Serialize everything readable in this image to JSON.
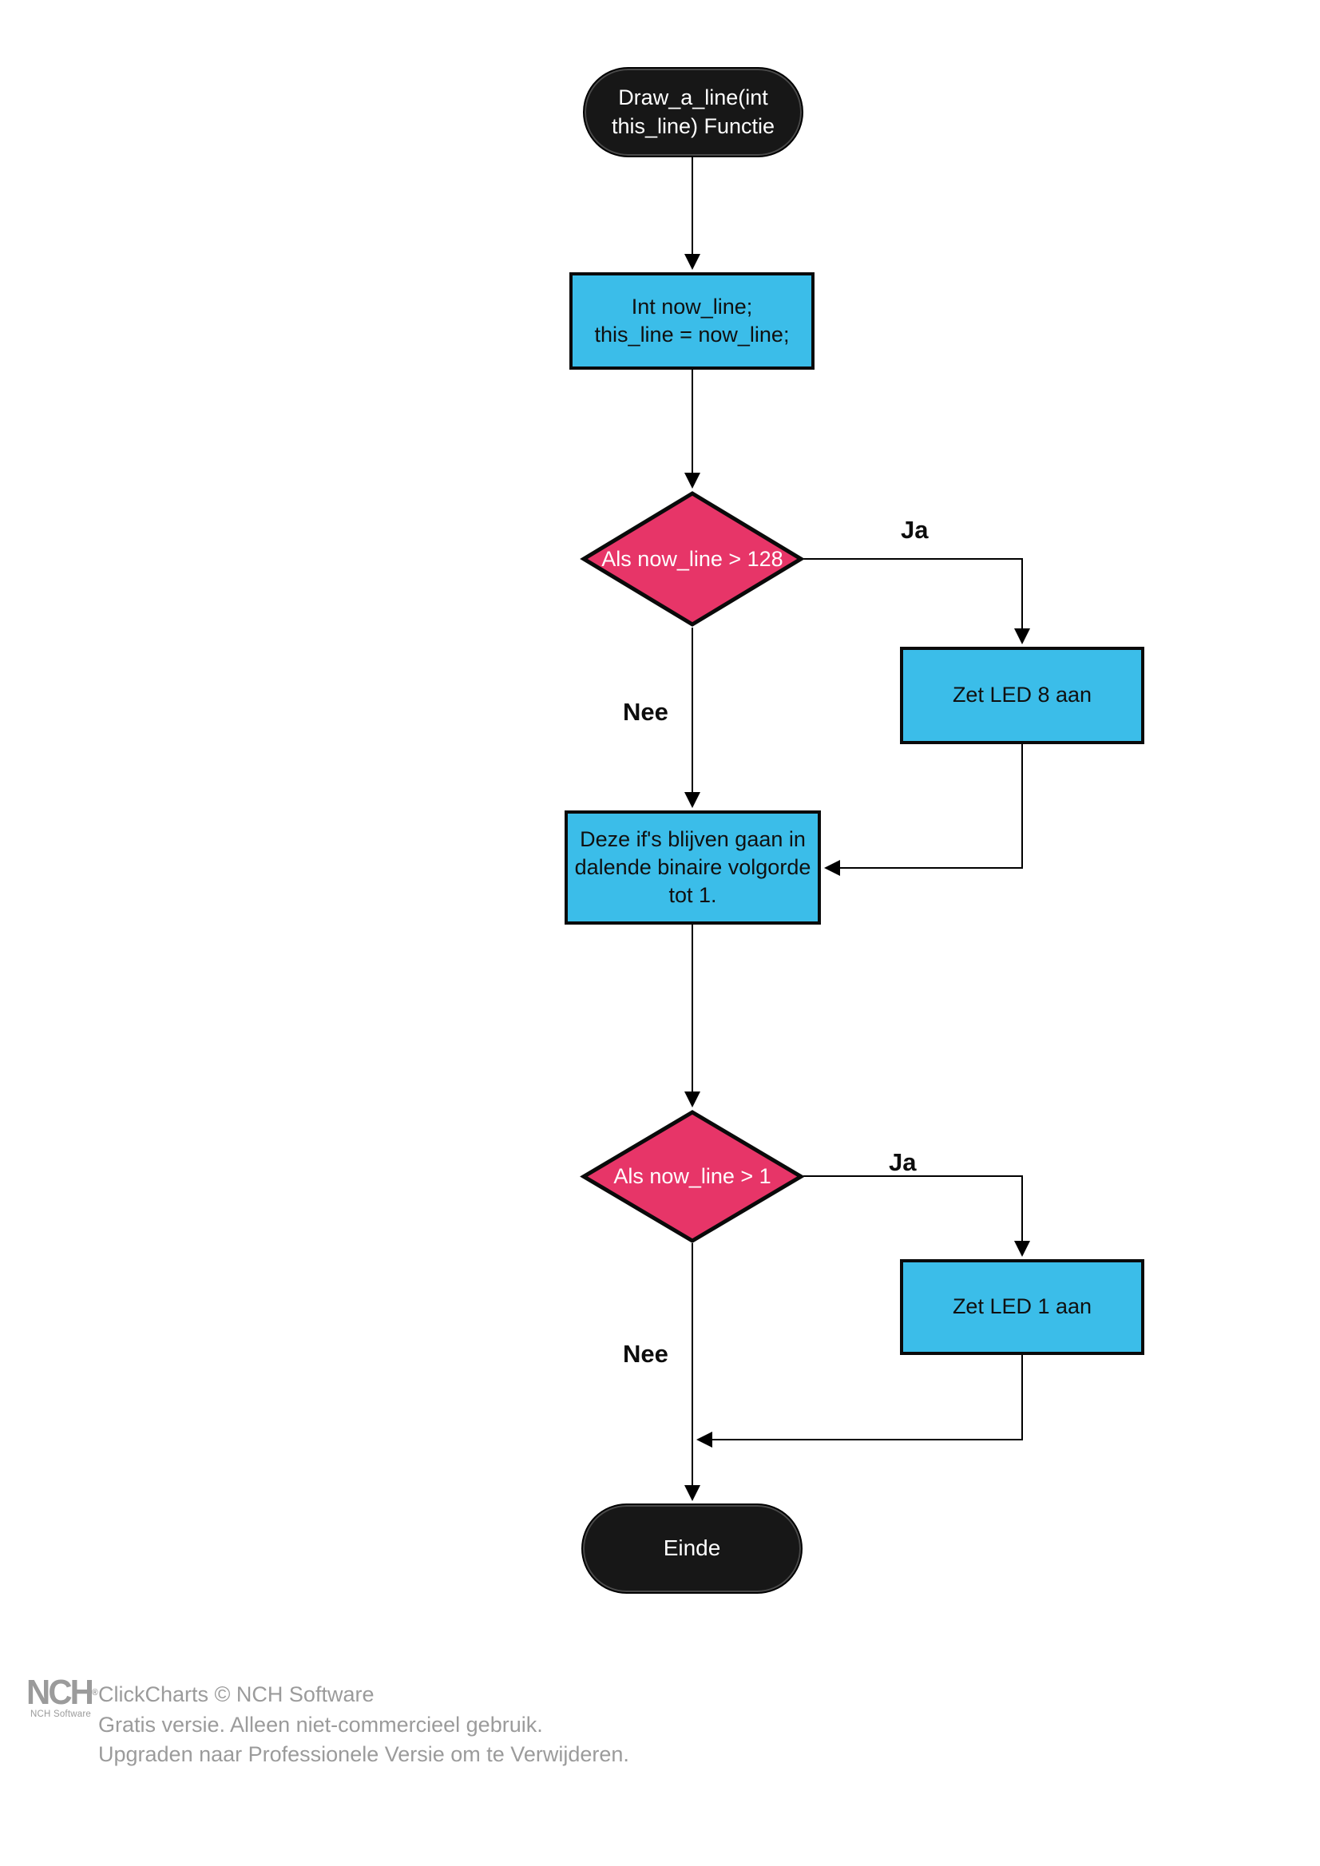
{
  "diagram": {
    "nodes": {
      "start": {
        "label": "Draw_a_line(int\nthis_line) Functie",
        "type": "terminal"
      },
      "init": {
        "label": "Int now_line;\nthis_line = now_line;",
        "type": "process"
      },
      "decision1": {
        "label": "Als now_line > 128",
        "type": "decision"
      },
      "led8": {
        "label": "Zet LED 8 aan",
        "type": "process"
      },
      "note": {
        "label": "Deze if's blijven gaan in\ndalende binaire volgorde\ntot 1.",
        "type": "process"
      },
      "decision2": {
        "label": "Als now_line > 1",
        "type": "decision"
      },
      "led1": {
        "label": "Zet LED 1 aan",
        "type": "process"
      },
      "end": {
        "label": "Einde",
        "type": "terminal"
      }
    },
    "edge_labels": {
      "ja1": "Ja",
      "nee1": "Nee",
      "ja2": "Ja",
      "nee2": "Nee"
    },
    "colors": {
      "process_fill": "#3bbde9",
      "decision_fill": "#e73568",
      "terminal_fill": "#171717",
      "border": "#0a0a0a",
      "connector": "#000000"
    }
  },
  "watermark": {
    "logo_text": "NCH",
    "logo_reg": "®",
    "logo_sub": "NCH Software",
    "lines": [
      "ClickCharts © NCH Software",
      "Gratis versie. Alleen niet-commercieel gebruik.",
      "Upgraden naar Professionele Versie om te Verwijderen."
    ]
  }
}
